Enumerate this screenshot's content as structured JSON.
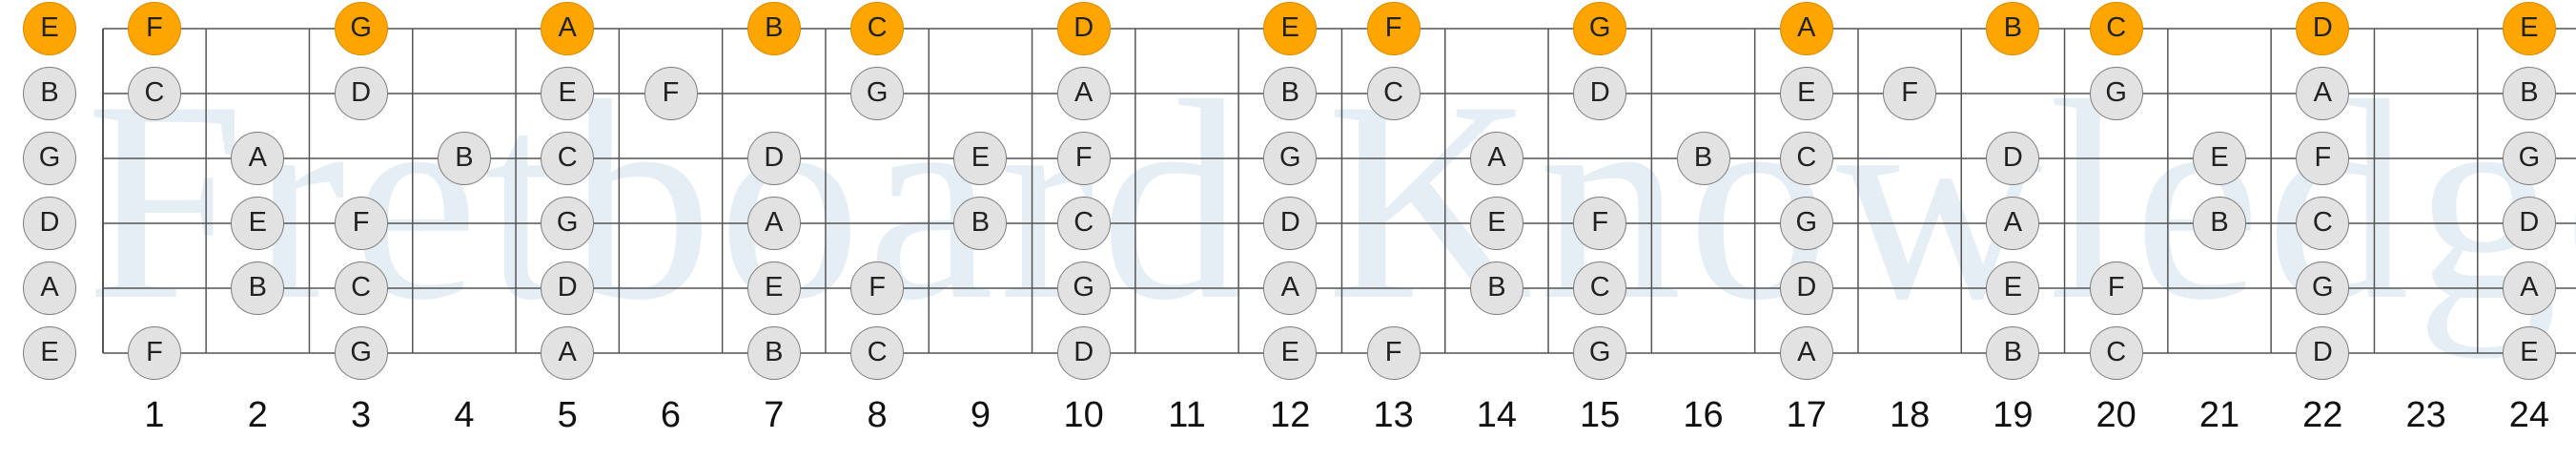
{
  "diagram": {
    "watermark_text": "Fretboard Knowledge",
    "colors": {
      "string_line": "#555555",
      "fret_line": "#555555",
      "note_fill": "#e2e2e2",
      "highlight_fill": "#ffa500",
      "watermark": "#e4eef4"
    },
    "fret_numbers": [
      "1",
      "2",
      "3",
      "4",
      "5",
      "6",
      "7",
      "8",
      "9",
      "10",
      "11",
      "12",
      "13",
      "14",
      "15",
      "16",
      "17",
      "18",
      "19",
      "20",
      "21",
      "22",
      "23",
      "24"
    ],
    "strings": [
      {
        "name": "E",
        "notes": [
          {
            "fret": 0,
            "note": "E",
            "highlight": true
          },
          {
            "fret": 1,
            "note": "F",
            "highlight": true
          },
          {
            "fret": 3,
            "note": "G",
            "highlight": true
          },
          {
            "fret": 5,
            "note": "A",
            "highlight": true
          },
          {
            "fret": 7,
            "note": "B",
            "highlight": true
          },
          {
            "fret": 8,
            "note": "C",
            "highlight": true
          },
          {
            "fret": 10,
            "note": "D",
            "highlight": true
          },
          {
            "fret": 12,
            "note": "E",
            "highlight": true
          },
          {
            "fret": 13,
            "note": "F",
            "highlight": true
          },
          {
            "fret": 15,
            "note": "G",
            "highlight": true
          },
          {
            "fret": 17,
            "note": "A",
            "highlight": true
          },
          {
            "fret": 19,
            "note": "B",
            "highlight": true
          },
          {
            "fret": 20,
            "note": "C",
            "highlight": true
          },
          {
            "fret": 22,
            "note": "D",
            "highlight": true
          },
          {
            "fret": 24,
            "note": "E",
            "highlight": true
          }
        ]
      },
      {
        "name": "B",
        "notes": [
          {
            "fret": 0,
            "note": "B"
          },
          {
            "fret": 1,
            "note": "C"
          },
          {
            "fret": 3,
            "note": "D"
          },
          {
            "fret": 5,
            "note": "E"
          },
          {
            "fret": 6,
            "note": "F"
          },
          {
            "fret": 8,
            "note": "G"
          },
          {
            "fret": 10,
            "note": "A"
          },
          {
            "fret": 12,
            "note": "B"
          },
          {
            "fret": 13,
            "note": "C"
          },
          {
            "fret": 15,
            "note": "D"
          },
          {
            "fret": 17,
            "note": "E"
          },
          {
            "fret": 18,
            "note": "F"
          },
          {
            "fret": 20,
            "note": "G"
          },
          {
            "fret": 22,
            "note": "A"
          },
          {
            "fret": 24,
            "note": "B"
          }
        ]
      },
      {
        "name": "G",
        "notes": [
          {
            "fret": 0,
            "note": "G"
          },
          {
            "fret": 2,
            "note": "A"
          },
          {
            "fret": 4,
            "note": "B"
          },
          {
            "fret": 5,
            "note": "C"
          },
          {
            "fret": 7,
            "note": "D"
          },
          {
            "fret": 9,
            "note": "E"
          },
          {
            "fret": 10,
            "note": "F"
          },
          {
            "fret": 12,
            "note": "G"
          },
          {
            "fret": 14,
            "note": "A"
          },
          {
            "fret": 16,
            "note": "B"
          },
          {
            "fret": 17,
            "note": "C"
          },
          {
            "fret": 19,
            "note": "D"
          },
          {
            "fret": 21,
            "note": "E"
          },
          {
            "fret": 22,
            "note": "F"
          },
          {
            "fret": 24,
            "note": "G"
          }
        ]
      },
      {
        "name": "D",
        "notes": [
          {
            "fret": 0,
            "note": "D"
          },
          {
            "fret": 2,
            "note": "E"
          },
          {
            "fret": 3,
            "note": "F"
          },
          {
            "fret": 5,
            "note": "G"
          },
          {
            "fret": 7,
            "note": "A"
          },
          {
            "fret": 9,
            "note": "B"
          },
          {
            "fret": 10,
            "note": "C"
          },
          {
            "fret": 12,
            "note": "D"
          },
          {
            "fret": 14,
            "note": "E"
          },
          {
            "fret": 15,
            "note": "F"
          },
          {
            "fret": 17,
            "note": "G"
          },
          {
            "fret": 19,
            "note": "A"
          },
          {
            "fret": 21,
            "note": "B"
          },
          {
            "fret": 22,
            "note": "C"
          },
          {
            "fret": 24,
            "note": "D"
          }
        ]
      },
      {
        "name": "A",
        "notes": [
          {
            "fret": 0,
            "note": "A"
          },
          {
            "fret": 2,
            "note": "B"
          },
          {
            "fret": 3,
            "note": "C"
          },
          {
            "fret": 5,
            "note": "D"
          },
          {
            "fret": 7,
            "note": "E"
          },
          {
            "fret": 8,
            "note": "F"
          },
          {
            "fret": 10,
            "note": "G"
          },
          {
            "fret": 12,
            "note": "A"
          },
          {
            "fret": 14,
            "note": "B"
          },
          {
            "fret": 15,
            "note": "C"
          },
          {
            "fret": 17,
            "note": "D"
          },
          {
            "fret": 19,
            "note": "E"
          },
          {
            "fret": 20,
            "note": "F"
          },
          {
            "fret": 22,
            "note": "G"
          },
          {
            "fret": 24,
            "note": "A"
          }
        ]
      },
      {
        "name": "E",
        "notes": [
          {
            "fret": 0,
            "note": "E"
          },
          {
            "fret": 1,
            "note": "F"
          },
          {
            "fret": 3,
            "note": "G"
          },
          {
            "fret": 5,
            "note": "A"
          },
          {
            "fret": 7,
            "note": "B"
          },
          {
            "fret": 8,
            "note": "C"
          },
          {
            "fret": 10,
            "note": "D"
          },
          {
            "fret": 12,
            "note": "E"
          },
          {
            "fret": 13,
            "note": "F"
          },
          {
            "fret": 15,
            "note": "G"
          },
          {
            "fret": 17,
            "note": "A"
          },
          {
            "fret": 19,
            "note": "B"
          },
          {
            "fret": 20,
            "note": "C"
          },
          {
            "fret": 22,
            "note": "D"
          },
          {
            "fret": 24,
            "note": "E"
          }
        ]
      }
    ]
  }
}
